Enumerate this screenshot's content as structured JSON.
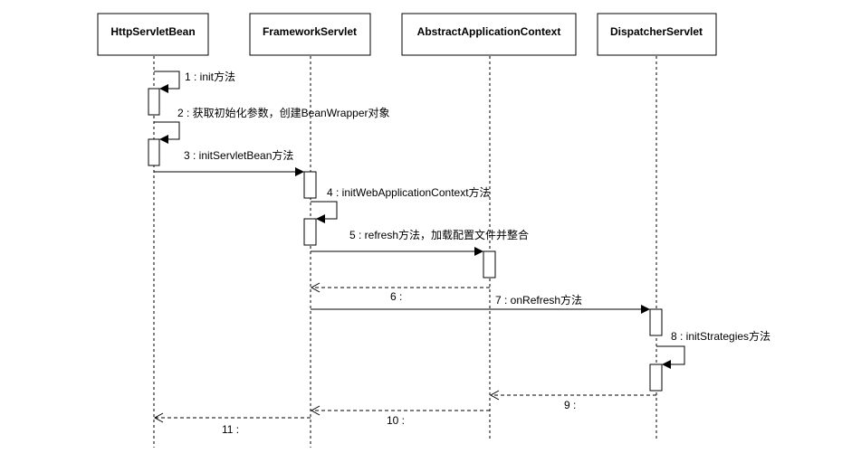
{
  "participants": [
    {
      "id": "http",
      "label": "HttpServletBean"
    },
    {
      "id": "fw",
      "label": "FrameworkServlet"
    },
    {
      "id": "aac",
      "label": "AbstractApplicationContext"
    },
    {
      "id": "ds",
      "label": "DispatcherServlet"
    }
  ],
  "messages": [
    {
      "id": "m1",
      "label": "1 : init方法",
      "kind": "self"
    },
    {
      "id": "m2",
      "label": "2 : 获取初始化参数，创建BeanWrapper对象",
      "kind": "self"
    },
    {
      "id": "m3",
      "label": "3 : initServletBean方法",
      "kind": "call"
    },
    {
      "id": "m4",
      "label": "4 : initWebApplicationContext方法",
      "kind": "self"
    },
    {
      "id": "m5",
      "label": "5 : refresh方法，加载配置文件并整合",
      "kind": "call"
    },
    {
      "id": "m6",
      "label": "6 :",
      "kind": "return"
    },
    {
      "id": "m7",
      "label": "7 : onRefresh方法",
      "kind": "call"
    },
    {
      "id": "m8",
      "label": "8 : initStrategies方法",
      "kind": "self"
    },
    {
      "id": "m9",
      "label": "9 :",
      "kind": "return"
    },
    {
      "id": "m10",
      "label": "10 :",
      "kind": "return"
    },
    {
      "id": "m11",
      "label": "11 :",
      "kind": "return"
    }
  ]
}
